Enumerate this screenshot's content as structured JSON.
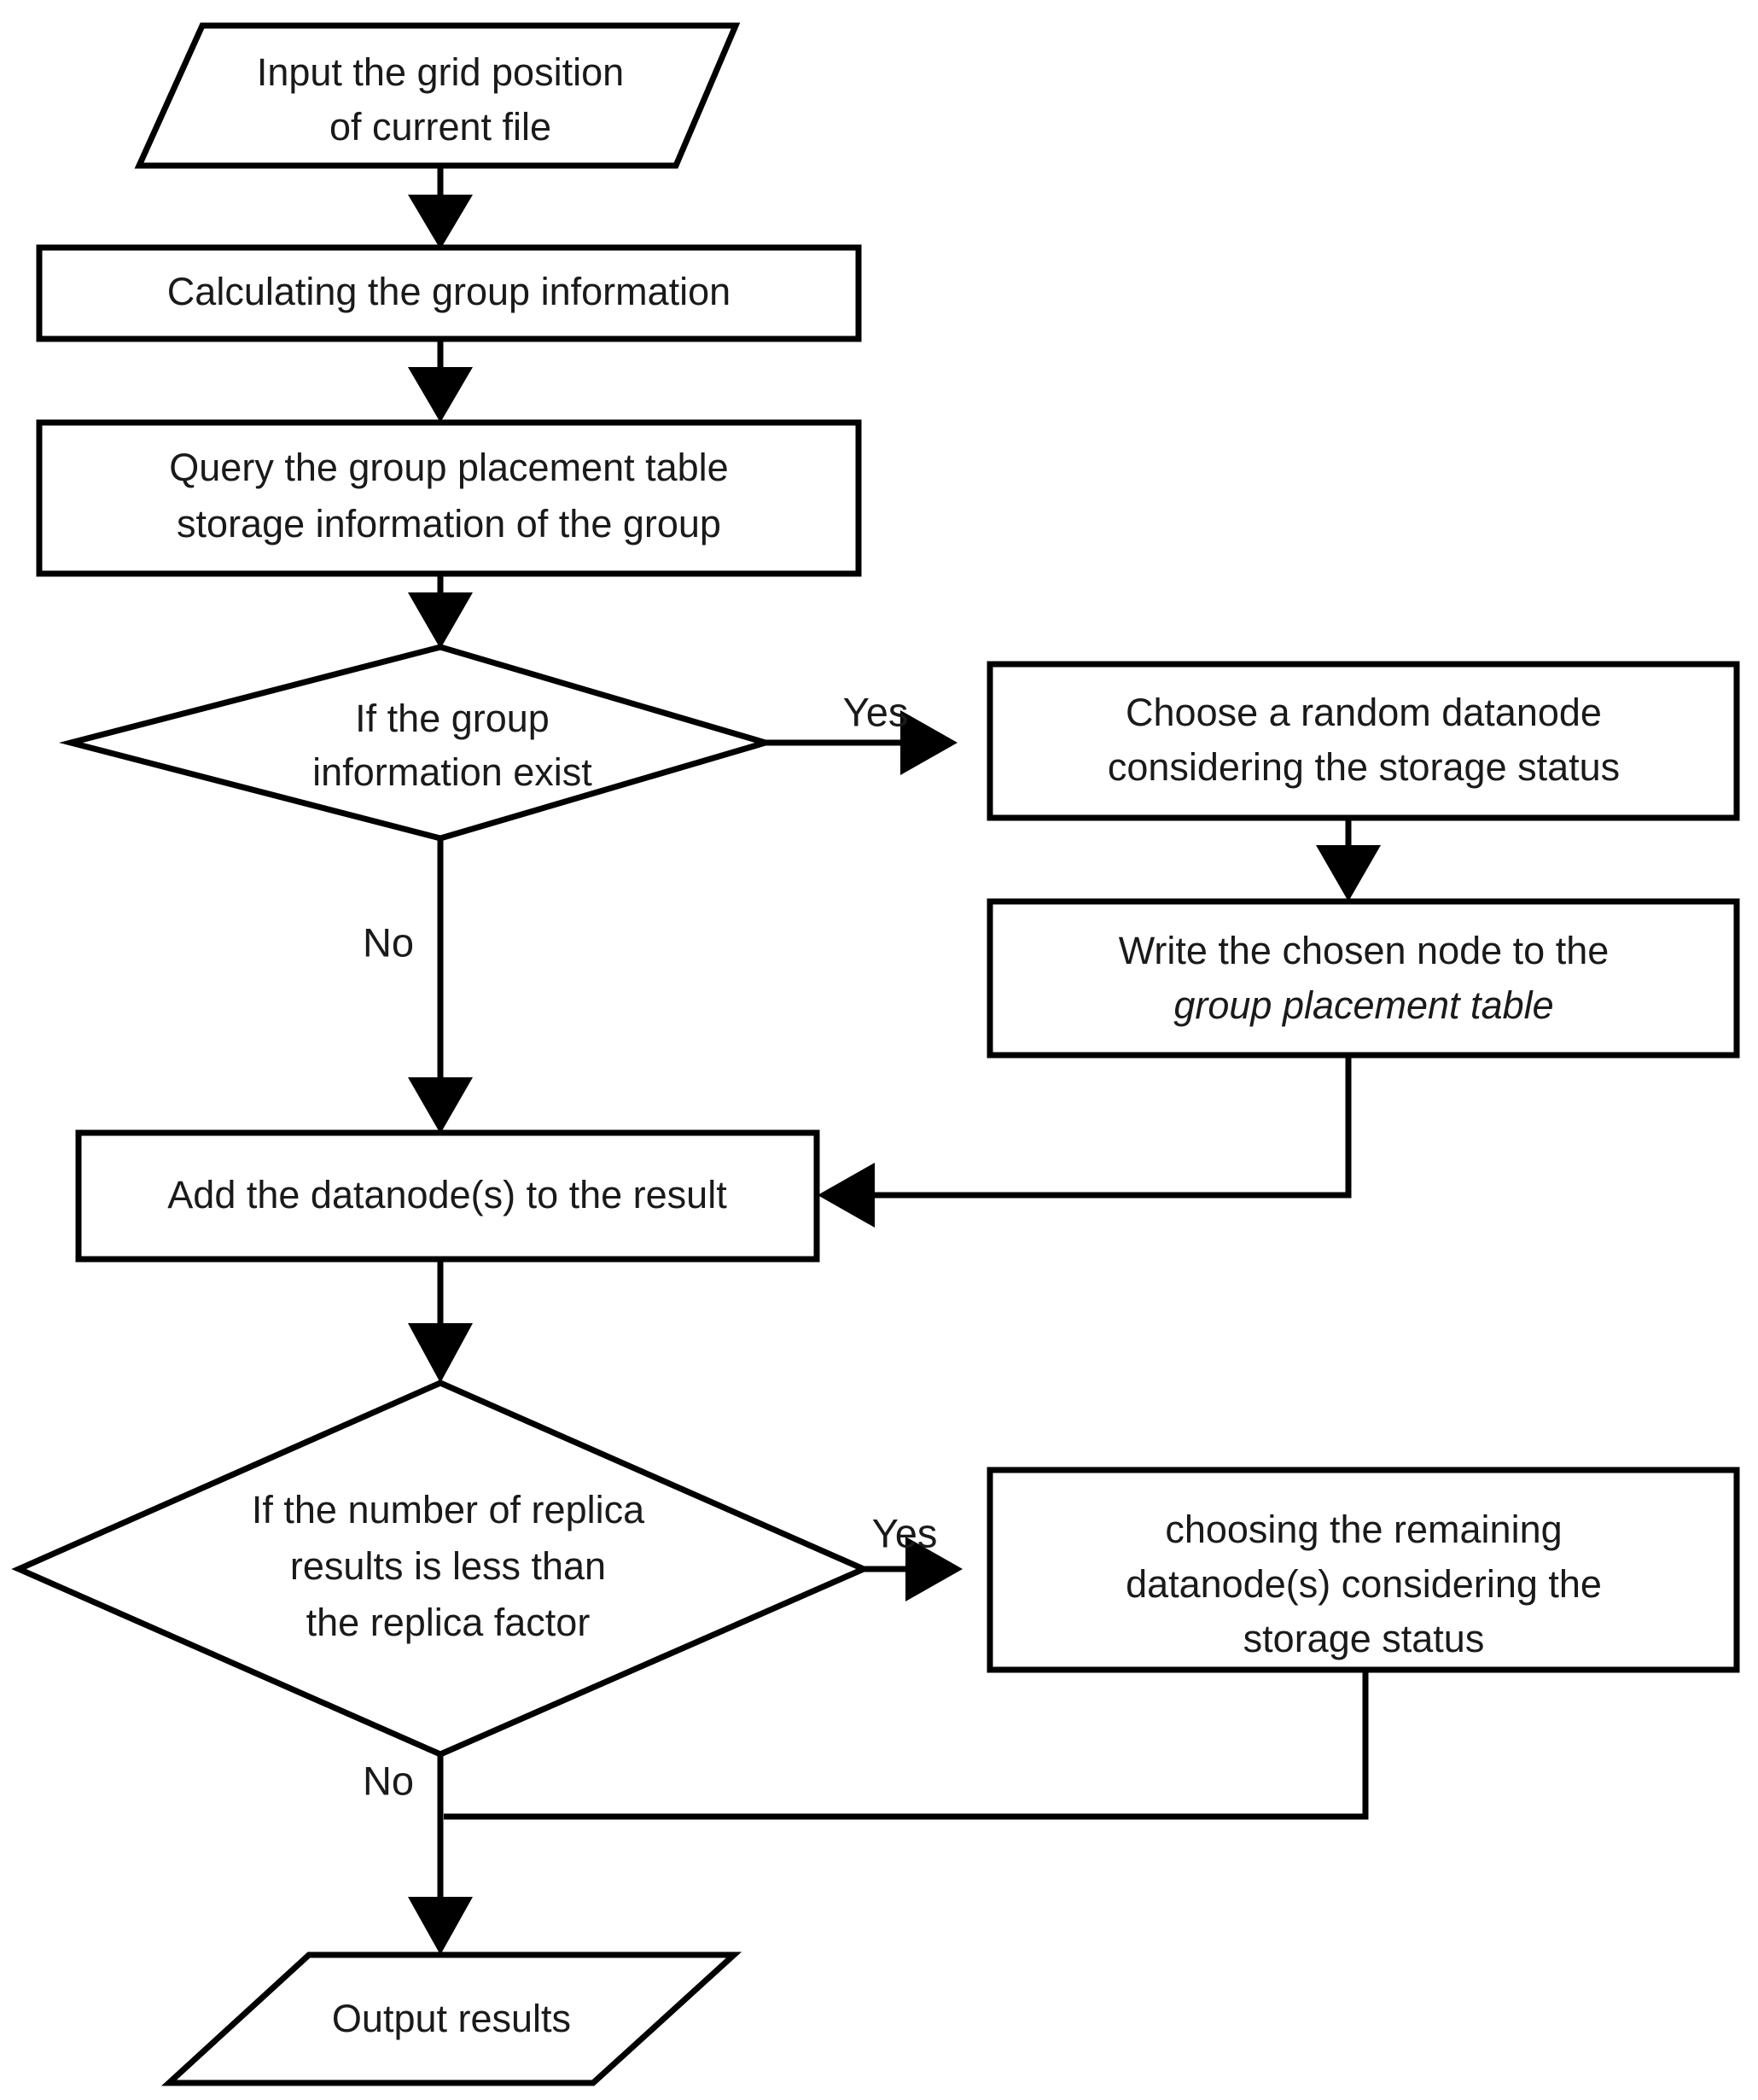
{
  "diagram": {
    "title": "Replica placement flowchart",
    "background_color": "#ffffff",
    "stroke_color": "#000000",
    "text_color": "#1a1a1a",
    "nodes": {
      "input": {
        "shape": "parallelogram",
        "line1": "Input the grid position",
        "line2": "of current file"
      },
      "calculating": {
        "shape": "rectangle",
        "line1": "Calculating the group information"
      },
      "query": {
        "shape": "rectangle",
        "line1_plain": "Query the ",
        "line1_italic": "group placement table",
        "line2": "storage information of the group"
      },
      "decision_group": {
        "shape": "diamond",
        "line1": "If the group",
        "line2": "information exist"
      },
      "choose_random": {
        "shape": "rectangle",
        "line1": "Choose a random datanode",
        "line2": "considering the storage status"
      },
      "write_node": {
        "shape": "rectangle",
        "line1": "Write the chosen node to the",
        "line2_italic": "group placement table"
      },
      "add_result": {
        "shape": "rectangle",
        "line1": "Add the datanode(s) to the result"
      },
      "decision_replica": {
        "shape": "diamond",
        "line1": "If the number of replica",
        "line2": "results  is less than",
        "line3": "the replica factor"
      },
      "choose_remaining": {
        "shape": "rectangle",
        "line1": "choosing the remaining",
        "line2": "datanode(s) considering the",
        "line3": "storage status"
      },
      "output": {
        "shape": "parallelogram",
        "line1": "Output results"
      }
    },
    "edge_labels": {
      "yes_group": "Yes",
      "no_group": "No",
      "yes_replica": "Yes",
      "no_replica": "No"
    }
  }
}
